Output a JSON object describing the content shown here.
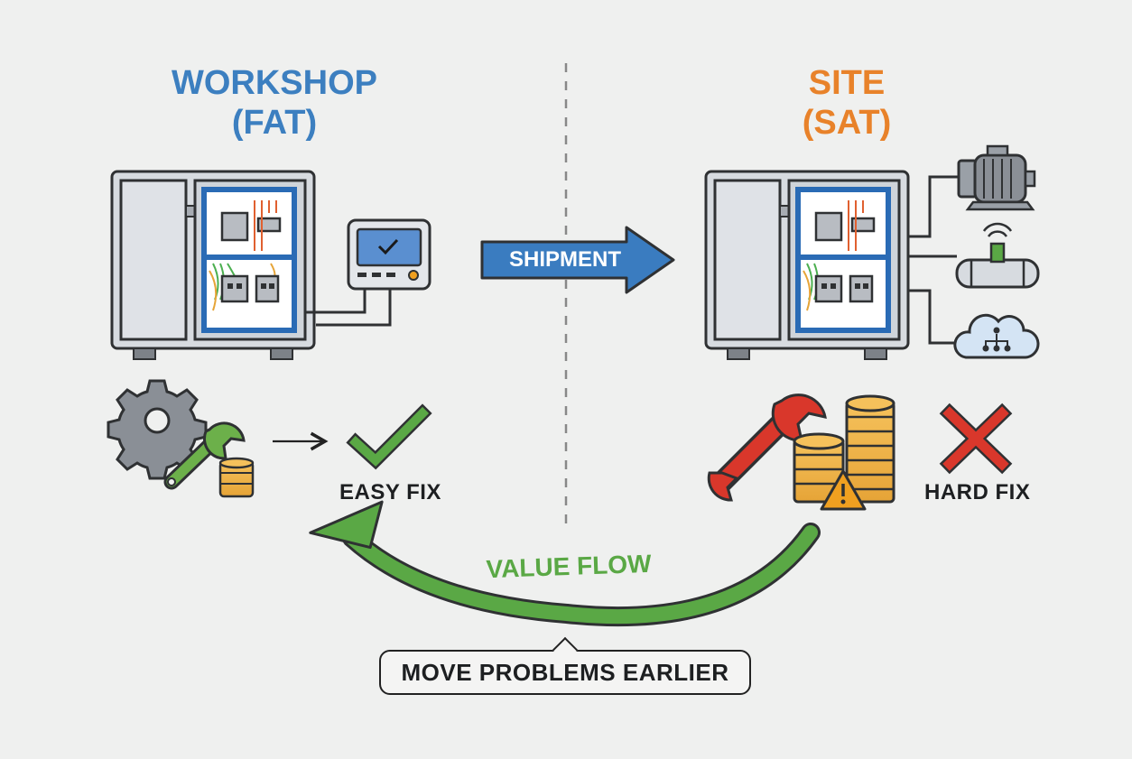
{
  "workshop": {
    "title_line1": "WORKSHOP",
    "title_line2": "(FAT)",
    "color": "#3c7fc0",
    "result_label": "EASY FIX"
  },
  "site": {
    "title_line1": "SITE",
    "title_line2": "(SAT)",
    "color": "#e8822a",
    "result_label": "HARD FIX"
  },
  "shipment": {
    "label": "SHIPMENT",
    "color": "#3a7cc0"
  },
  "value_flow": {
    "label": "VALUE FLOW",
    "color": "#5aa845"
  },
  "callout": {
    "text": "MOVE PROBLEMS EARLIER"
  },
  "icons": {
    "workshop": [
      "cabinet-icon",
      "hmi-check-icon",
      "gear-icon",
      "wrench-icon",
      "coins-icon",
      "small-arrow-icon",
      "green-check-icon"
    ],
    "site": [
      "cabinet-icon",
      "motor-icon",
      "sensor-pipe-icon",
      "cloud-network-icon",
      "red-wrench-icon",
      "coins-stack-icon",
      "warning-icon",
      "red-x-icon"
    ]
  }
}
